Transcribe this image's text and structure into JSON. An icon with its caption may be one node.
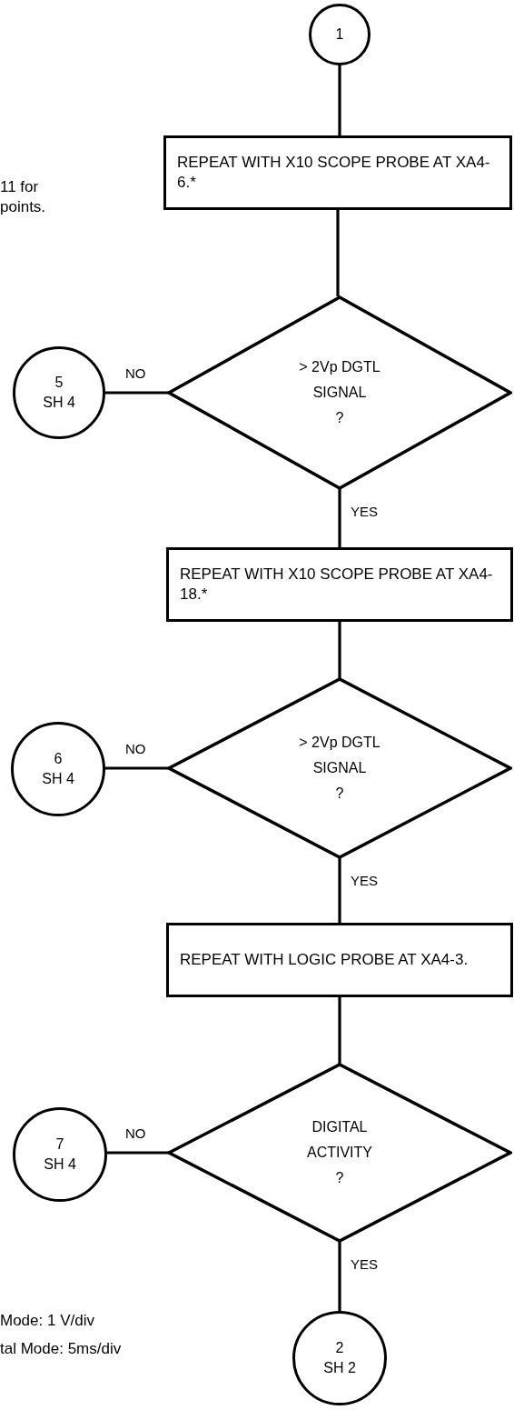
{
  "diagram": {
    "nodes": [
      {
        "text": [
          "1"
        ]
      },
      {
        "text": [
          "REPEAT WITH X10 SCOPE PROBE AT XA4-6.*"
        ]
      },
      {
        "text": [
          "> 2Vp DGTL SIGNAL",
          "?"
        ]
      },
      {
        "text": [
          "5",
          "SH 4"
        ]
      },
      {
        "text": [
          "REPEAT WITH X10 SCOPE PROBE AT XA4-18.*"
        ]
      },
      {
        "text": [
          "> 2Vp DGTL SIGNAL",
          "?"
        ]
      },
      {
        "text": [
          "6",
          "SH 4"
        ]
      },
      {
        "text": [
          "REPEAT WITH LOGIC PROBE AT XA4-3."
        ]
      },
      {
        "text": [
          "DIGITAL ACTIVITY",
          "?"
        ]
      },
      {
        "text": [
          "7",
          "SH 4"
        ]
      },
      {
        "text": [
          "2",
          "SH 2"
        ]
      }
    ],
    "edges": [
      {
        "from": 0,
        "to": 1,
        "arrow": "none"
      },
      {
        "from": 1,
        "to": 2,
        "arrow": "none"
      },
      {
        "from": 2,
        "to": 3,
        "arrow": "none",
        "label": "NO"
      },
      {
        "from": 2,
        "to": 4,
        "arrow": "none",
        "label": "YES"
      },
      {
        "from": 4,
        "to": 5,
        "arrow": "none"
      },
      {
        "from": 5,
        "to": 6,
        "arrow": "none",
        "label": "NO"
      },
      {
        "from": 5,
        "to": 7,
        "arrow": "none",
        "label": "YES"
      },
      {
        "from": 7,
        "to": 8,
        "arrow": "none"
      },
      {
        "from": 8,
        "to": 9,
        "arrow": "none",
        "label": "NO"
      },
      {
        "from": 8,
        "to": 10,
        "arrow": "none",
        "label": "YES"
      }
    ],
    "labels": [
      "11 for",
      "points.",
      "Mode: 1 V/div",
      "tal Mode: 5ms/div"
    ]
  }
}
